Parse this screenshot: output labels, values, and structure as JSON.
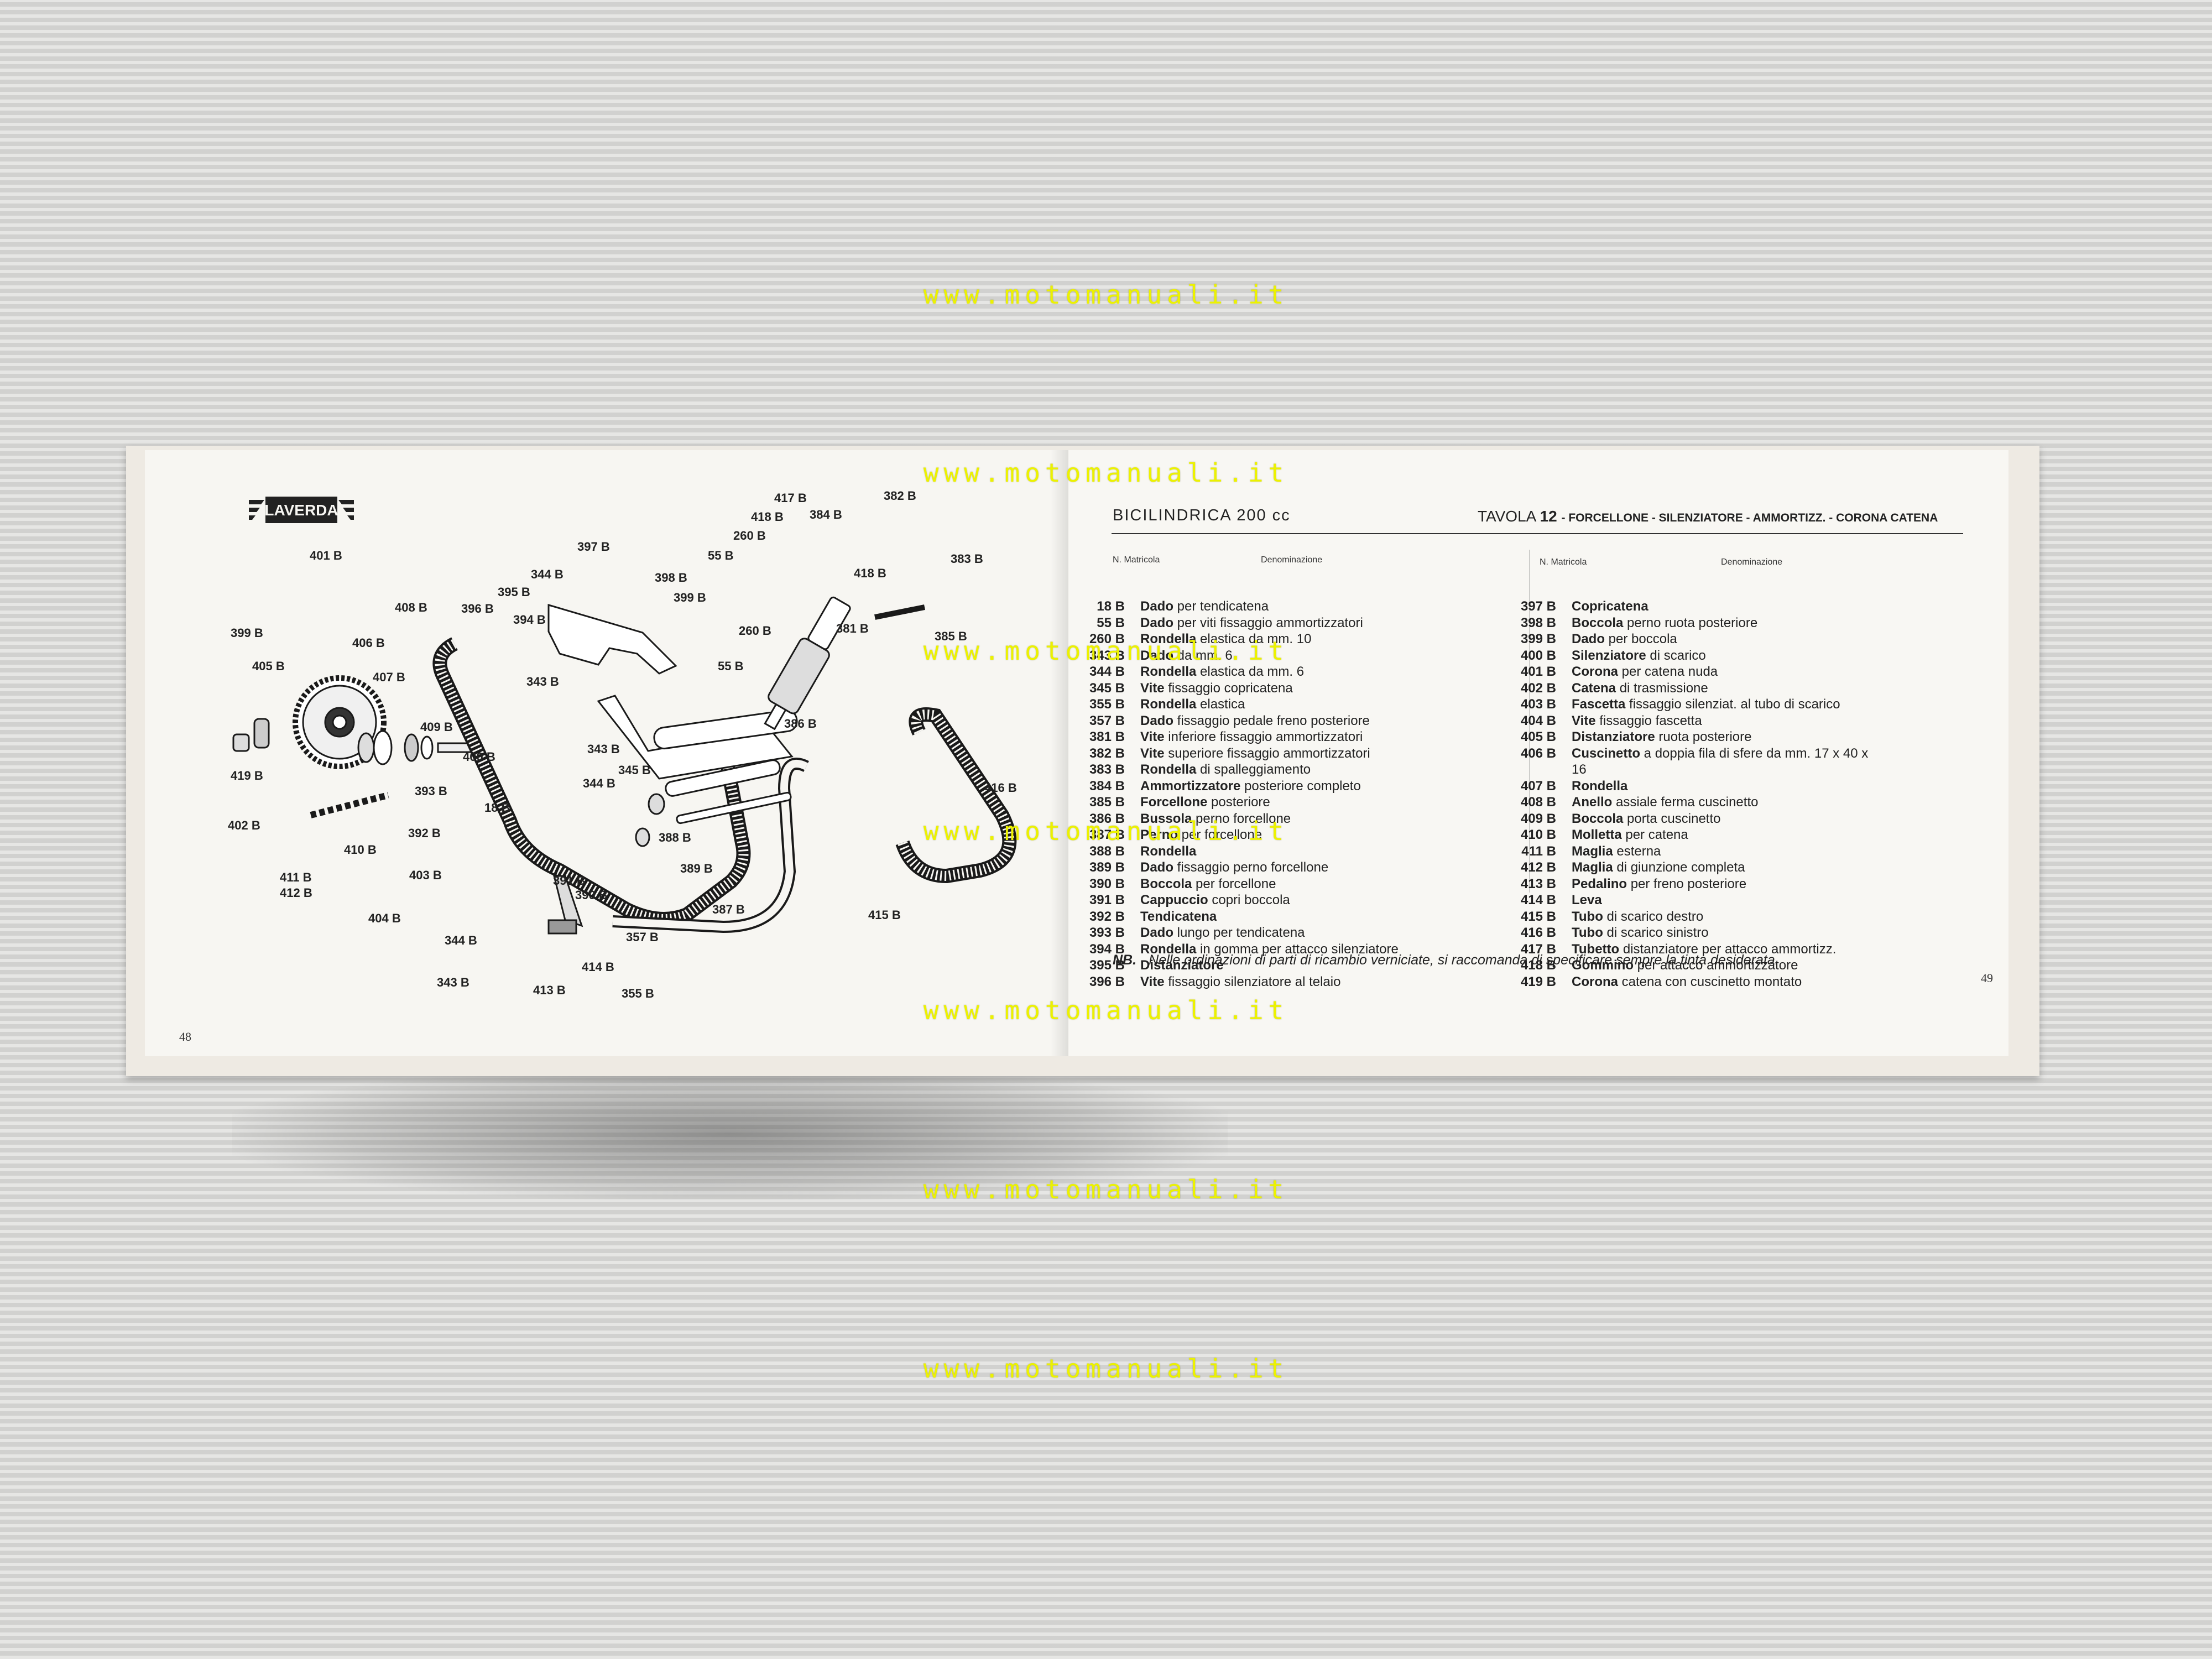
{
  "watermark": "www.motomanuali.it",
  "left_page": {
    "logo_text": "LAVERDA",
    "page_number": "48",
    "callouts": [
      "401 B",
      "399 B",
      "405 B",
      "419 B",
      "402 B",
      "411 B",
      "412 B",
      "406 B",
      "407 B",
      "408 B",
      "409 B",
      "410 B",
      "400 B",
      "396 B",
      "395 B",
      "394 B",
      "344 B",
      "397 B",
      "343 B",
      "393 B",
      "18 B",
      "392 B",
      "403 B",
      "404 B",
      "344 B",
      "343 B",
      "343 B",
      "345 B",
      "344 B",
      "391 B",
      "390 B",
      "413 B",
      "414 B",
      "355 B",
      "357 B",
      "398 B",
      "399 B",
      "55 B",
      "260 B",
      "418 B",
      "417 B",
      "384 B",
      "382 B",
      "383 B",
      "418 B",
      "260 B",
      "55 B",
      "381 B",
      "385 B",
      "386 B",
      "388 B",
      "389 B",
      "387 B",
      "415 B",
      "416 B"
    ]
  },
  "right_page": {
    "title": "BICILINDRICA 200 cc",
    "table_prefix": "TAVOLA",
    "table_number": "12",
    "table_subtitle": " - FORCELLONE - SILENZIATORE - AMMORTIZZ. - CORONA CATENA",
    "col_head_code": "N. Matricola",
    "col_head_name": "Denominazione",
    "page_number": "49",
    "note_bold": "NB.",
    "note_text": " - Nelle ordinazioni di parti di ricambio verniciate, si raccomanda di specificare sempre la tinta desiderata.",
    "parts_left": [
      {
        "code": "18 B",
        "name": "Dado",
        "desc": " per tendicatena"
      },
      {
        "code": "55 B",
        "name": "Dado",
        "desc": " per viti fissaggio ammortizzatori"
      },
      {
        "code": "260 B",
        "name": "Rondella",
        "desc": " elastica da mm. 10"
      },
      {
        "code": "343 B",
        "name": "Dado",
        "desc": " da mm. 6"
      },
      {
        "code": "344 B",
        "name": "Rondella",
        "desc": " elastica da mm. 6"
      },
      {
        "code": "345 B",
        "name": "Vite",
        "desc": " fissaggio copricatena"
      },
      {
        "code": "355 B",
        "name": "Rondella",
        "desc": " elastica"
      },
      {
        "code": "357 B",
        "name": "Dado",
        "desc": " fissaggio pedale freno posteriore"
      },
      {
        "code": "381 B",
        "name": "Vite",
        "desc": " inferiore fissaggio ammortizzatori"
      },
      {
        "code": "382 B",
        "name": "Vite",
        "desc": " superiore fissaggio ammortizzatori"
      },
      {
        "code": "383 B",
        "name": "Rondella",
        "desc": " di spalleggiamento"
      },
      {
        "code": "384 B",
        "name": "Ammortizzatore",
        "desc": " posteriore completo"
      },
      {
        "code": "385 B",
        "name": "Forcellone",
        "desc": " posteriore"
      },
      {
        "code": "386 B",
        "name": "Bussola",
        "desc": " perno forcellone"
      },
      {
        "code": "387 B",
        "name": "Perno",
        "desc": " per forcellone"
      },
      {
        "code": "388 B",
        "name": "Rondella",
        "desc": ""
      },
      {
        "code": "389 B",
        "name": "Dado",
        "desc": " fissaggio perno forcellone"
      },
      {
        "code": "390 B",
        "name": "Boccola",
        "desc": " per forcellone"
      },
      {
        "code": "391 B",
        "name": "Cappuccio",
        "desc": " copri boccola"
      },
      {
        "code": "392 B",
        "name": "Tendicatena",
        "desc": ""
      },
      {
        "code": "393 B",
        "name": "Dado",
        "desc": " lungo per tendicatena"
      },
      {
        "code": "394 B",
        "name": "Rondella",
        "desc": " in gomma per attacco silenziatore"
      },
      {
        "code": "395 B",
        "name": "Distanziatore",
        "desc": ""
      },
      {
        "code": "396 B",
        "name": "Vite",
        "desc": " fissaggio silenziatore al telaio"
      }
    ],
    "parts_right": [
      {
        "code": "397 B",
        "name": "Copricatena",
        "desc": ""
      },
      {
        "code": "398 B",
        "name": "Boccola",
        "desc": " perno ruota posteriore"
      },
      {
        "code": "399 B",
        "name": "Dado",
        "desc": " per boccola"
      },
      {
        "code": "400 B",
        "name": "Silenziatore",
        "desc": " di scarico"
      },
      {
        "code": "401 B",
        "name": "Corona",
        "desc": " per catena nuda"
      },
      {
        "code": "402 B",
        "name": "Catena",
        "desc": " di trasmissione"
      },
      {
        "code": "403 B",
        "name": "Fascetta",
        "desc": " fissaggio silenziat. al tubo di scarico"
      },
      {
        "code": "404 B",
        "name": "Vite",
        "desc": " fissaggio fascetta"
      },
      {
        "code": "405 B",
        "name": "Distanziatore",
        "desc": " ruota posteriore"
      },
      {
        "code": "406 B",
        "name": "Cuscinetto",
        "desc": " a doppia fila di sfere da mm. 17 x 40 x 16"
      },
      {
        "code": "407 B",
        "name": "Rondella",
        "desc": ""
      },
      {
        "code": "408 B",
        "name": "Anello",
        "desc": " assiale ferma cuscinetto"
      },
      {
        "code": "409 B",
        "name": "Boccola",
        "desc": " porta cuscinetto"
      },
      {
        "code": "410 B",
        "name": "Molletta",
        "desc": " per catena"
      },
      {
        "code": "411 B",
        "name": "Maglia",
        "desc": " esterna"
      },
      {
        "code": "412 B",
        "name": "Maglia",
        "desc": " di giunzione completa"
      },
      {
        "code": "413 B",
        "name": "Pedalino",
        "desc": " per freno posteriore"
      },
      {
        "code": "414 B",
        "name": "Leva",
        "desc": ""
      },
      {
        "code": "415 B",
        "name": "Tubo",
        "desc": " di scarico destro"
      },
      {
        "code": "416 B",
        "name": "Tubo",
        "desc": " di scarico sinistro"
      },
      {
        "code": "417 B",
        "name": "Tubetto",
        "desc": " distanziatore per attacco ammortizz."
      },
      {
        "code": "418 B",
        "name": "Gommino",
        "desc": " per attacco ammortizzatore"
      },
      {
        "code": "419 B",
        "name": "Corona",
        "desc": " catena con cuscinetto montato"
      }
    ]
  }
}
